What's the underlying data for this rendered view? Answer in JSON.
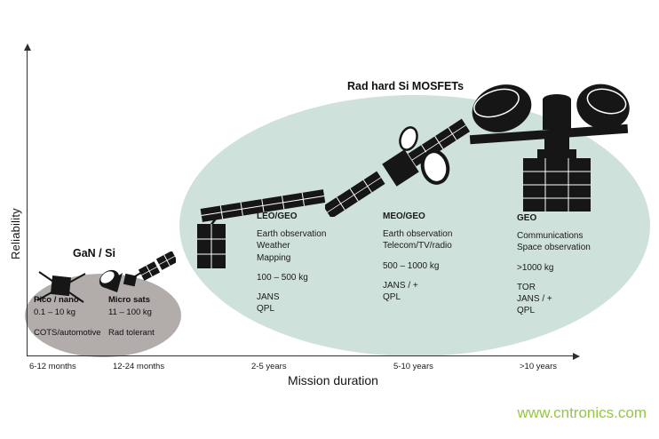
{
  "axes": {
    "y_label": "Reliability",
    "x_label": "Mission duration",
    "x_ticks": [
      "6-12 months",
      "12-24 months",
      "2-5 years",
      "5-10 years",
      ">10 years"
    ]
  },
  "gan_group": {
    "label": "GaN / Si",
    "items": [
      {
        "title": "Pico / nano",
        "mass": "0.1 – 10 kg",
        "grade": "COTS/automotive"
      },
      {
        "title": "Micro sats",
        "mass": "11 – 100 kg",
        "grade": "Rad tolerant"
      }
    ]
  },
  "rad_hard_group": {
    "label": "Rad hard Si MOSFETs",
    "items": [
      {
        "title": "LEO/GEO",
        "applications": "Earth observation\nWeather\nMapping",
        "mass": "100 – 500 kg",
        "qualification": "JANS\nQPL"
      },
      {
        "title": "MEO/GEO",
        "applications": "Earth observation\nTelecom/TV/radio",
        "mass": "500 – 1000 kg",
        "qualification": "JANS / +\nQPL"
      },
      {
        "title": "GEO",
        "applications": "Communications\nSpace observation",
        "mass": ">1000 kg",
        "qualification": "TOR\nJANS / +\nQPL"
      }
    ]
  },
  "watermark": "www.cntronics.com",
  "colors": {
    "rad_hard_ellipse": "#cee1da",
    "gan_ellipse": "#b2acaa",
    "watermark_green": "#94c83d",
    "ink": "#161616"
  }
}
